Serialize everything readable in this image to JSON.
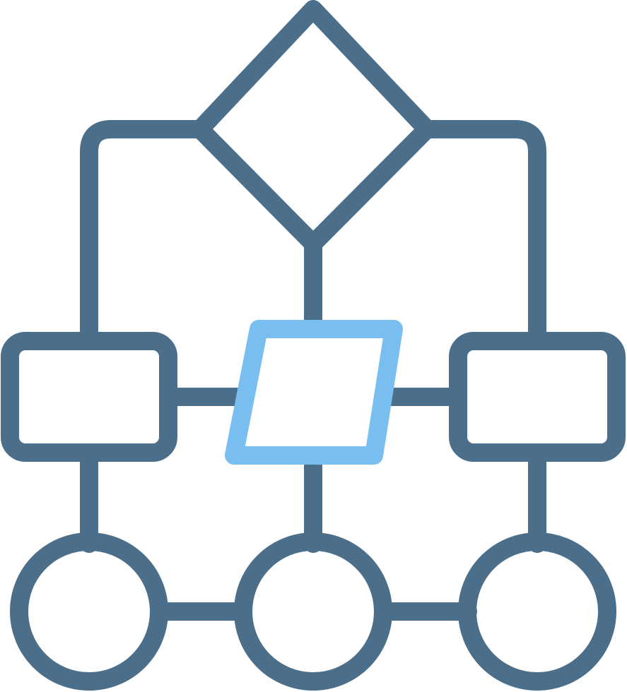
{
  "icon": {
    "name": "flowchart-icon",
    "colors": {
      "primary": "#4B6F8B",
      "accent": "#78BEF0",
      "background": "#FFFFFF"
    },
    "shapes": {
      "decision": "diamond",
      "process_left": "rounded-rectangle",
      "input_output": "parallelogram",
      "process_right": "rounded-rectangle",
      "terminals": [
        "circle",
        "circle",
        "circle"
      ]
    }
  }
}
